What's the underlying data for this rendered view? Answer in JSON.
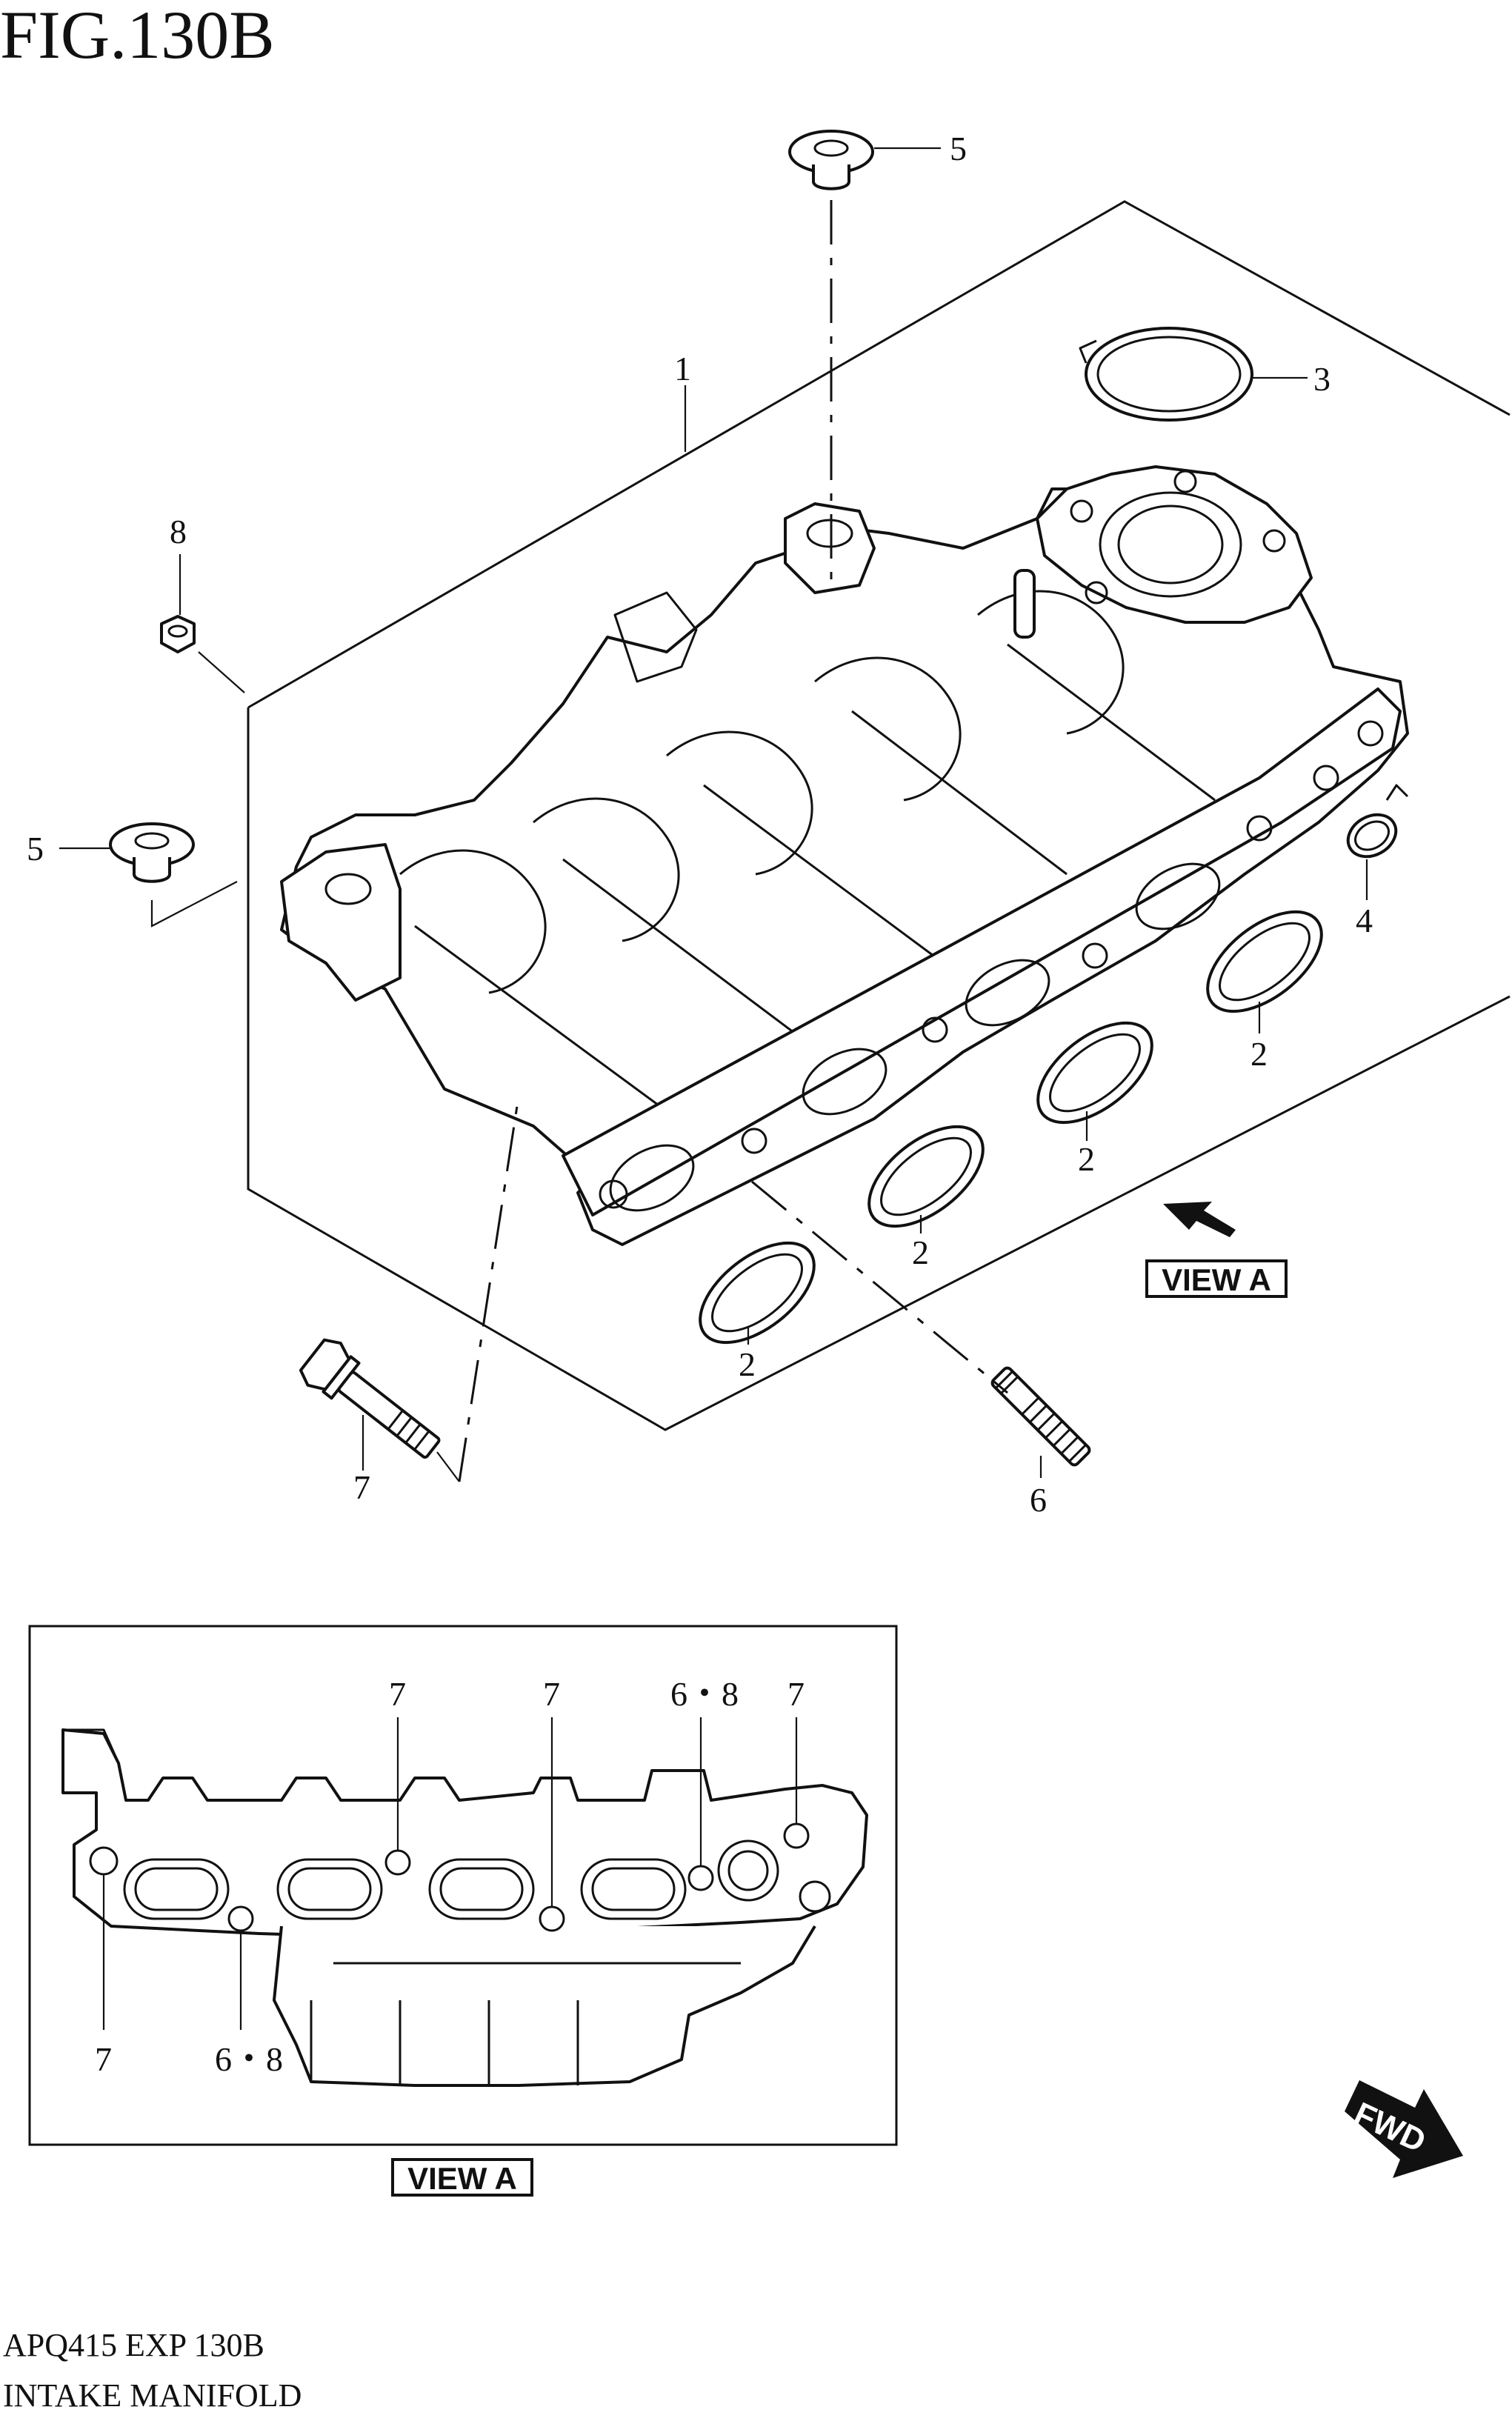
{
  "figure": {
    "title": "FIG.130B",
    "catalog_code": "APQ415 EXP 130B",
    "caption": "INTAKE MANIFOLD"
  },
  "callouts": {
    "c1": "1",
    "c2a": "2",
    "c2b": "2",
    "c2c": "2",
    "c2d": "2",
    "c3": "3",
    "c4": "4",
    "c5_top": "5",
    "c5_left": "5",
    "c6": "6",
    "c7": "7",
    "c8": "8"
  },
  "view_callouts": {
    "v7a": "7",
    "v7b": "7",
    "v68a": "6・8",
    "v7c": "7",
    "v7d": "7",
    "v68b": "6・8"
  },
  "labels": {
    "view_a_main": "VIEW A",
    "view_a_inset": "VIEW A",
    "fwd": "FWD"
  }
}
